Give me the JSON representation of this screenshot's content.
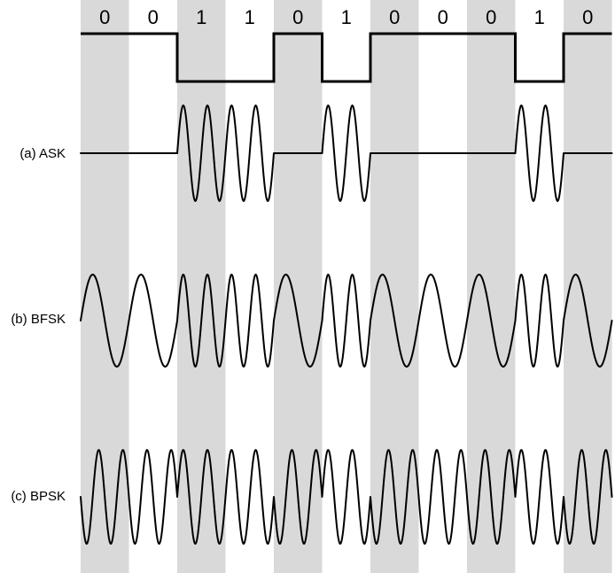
{
  "bits": [
    "0",
    "0",
    "1",
    "1",
    "0",
    "1",
    "0",
    "0",
    "0",
    "1",
    "0"
  ],
  "rows": {
    "ask": {
      "label": "(a) ASK"
    },
    "bfsk": {
      "label": "(b) BFSK"
    },
    "bpsk": {
      "label": "(c) BPSK"
    }
  },
  "colors": {
    "band": "#d9d9d9",
    "line": "#000000",
    "background": "#ffffff"
  }
}
